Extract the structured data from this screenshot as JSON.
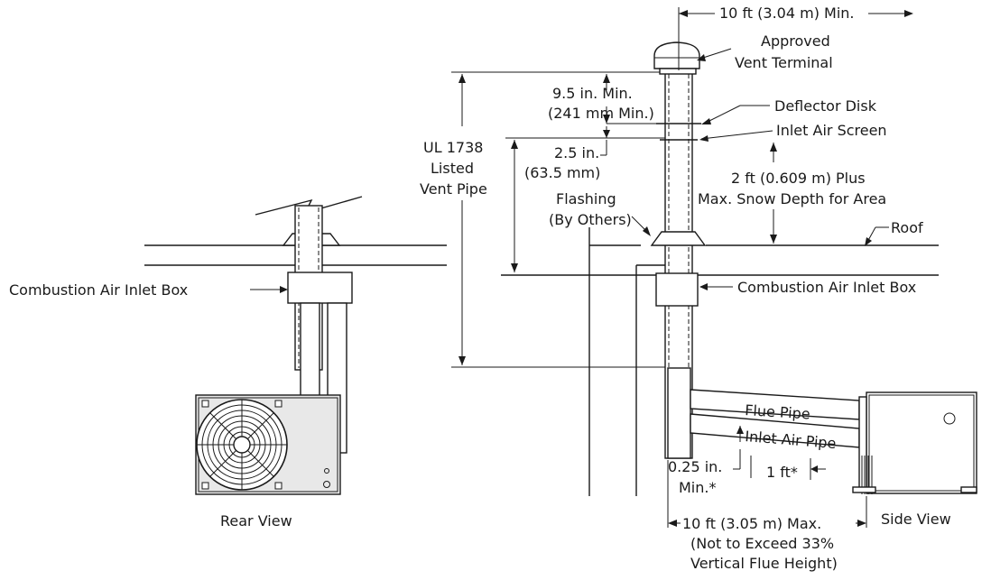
{
  "labels": {
    "horiz_min_top": "10 ft (3.04 m) Min.",
    "vent_terminal_1": "Approved",
    "vent_terminal_2": "Vent Terminal",
    "dim_95_1": "9.5 in. Min.",
    "dim_95_2": "(241 mm Min.)",
    "deflector": "Deflector Disk",
    "inlet_screen": "Inlet Air Screen",
    "ul_1": "UL 1738",
    "ul_2": "Listed",
    "ul_3": "Vent Pipe",
    "dim_25_1": "2.5 in.",
    "dim_25_2": "(63.5 mm)",
    "snow_1": "2 ft (0.609 m) Plus",
    "snow_2": "Max. Snow Depth for Area",
    "flashing_1": "Flashing",
    "flashing_2": "(By Others)",
    "roof": "Roof",
    "inlet_box_left": "Combustion Air Inlet Box",
    "inlet_box_right": "Combustion Air Inlet Box",
    "flue_pipe": "Flue Pipe",
    "inlet_pipe": "Inlet Air Pipe",
    "dim_025_1": "0.25 in.",
    "dim_025_2": "Min.*",
    "dim_1ft": "1 ft*",
    "max_1": "10 ft (3.05 m) Max.",
    "max_2": "(Not to Exceed 33%",
    "max_3": "Vertical Flue Height)",
    "rear_view": "Rear View",
    "side_view": "Side View"
  }
}
